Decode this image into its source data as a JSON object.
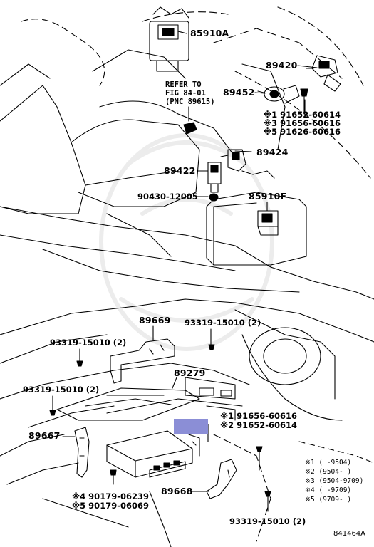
{
  "refer_to": [
    "REFER TO",
    "FIG 84-01",
    "(PNC 89615)"
  ],
  "labels": {
    "p85910A": "85910A",
    "p89420": "89420",
    "p89452": "89452",
    "p91652_60614_a": "※1 91652-60614",
    "p91656_60616_a": "※3 91656-60616",
    "p91626_60616": "※5 91626-60616",
    "p89424": "89424",
    "p89422": "89422",
    "p90430_12005": "90430-12005",
    "p85910F": "85910F",
    "p89669": "89669",
    "p93319_a": "93319-15010 (2)",
    "p93319_b": "93319-15010 (2)",
    "p89279": "89279",
    "p93319_c": "93319-15010 (2)",
    "p91656_60616_b": "※1 91656-60616",
    "p91652_60614_b": "※2 91652-60614",
    "p89667": "89667",
    "p90179_06239": "※4 90179-06239",
    "p90179_06069": "※5 90179-06069",
    "p89668": "89668",
    "p93319_d": "93319-15010 (2)"
  },
  "legend": [
    "※1 (     -9504)",
    "※2 (9504-     )",
    "※3 (9504-9709)",
    "※4 (     -9709)",
    "※5 (9709-     )"
  ],
  "diagram_number": "841464A",
  "highlight_color": "#8b8ed6"
}
